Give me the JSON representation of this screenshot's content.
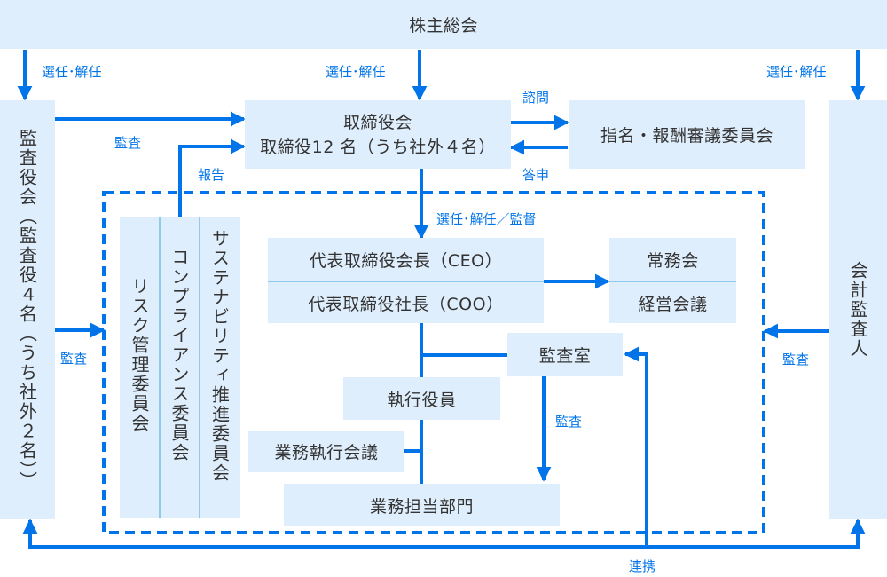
{
  "colors": {
    "box_fill": "#dfeefc",
    "line": "#0074e8",
    "divider": "#8fcaea",
    "text": "#333333",
    "label": "#0074e8"
  },
  "nodes": {
    "shareholders_meeting": "株主総会",
    "board": {
      "title": "取締役会",
      "subtitle": "取締役12 名（うち社外４名）"
    },
    "nomination_committee": "指名・報酬審議委員会",
    "audit_board": "監査役会（監査役４名（うち社外２名））",
    "accounting_auditor": "会計監査人",
    "risk_committee": "リスク管理委員会",
    "compliance_committee": "コンプライアンス委員会",
    "sustainability_committee": "サステナビリティ推進委員会",
    "ceo": "代表取締役会長（CEO）",
    "coo": "代表取締役社長（COO）",
    "executive_committee": "常務会",
    "management_meeting": "経営会議",
    "audit_office": "監査室",
    "executive_officers": "執行役員",
    "business_execution_meeting": "業務執行会議",
    "business_departments": "業務担当部門"
  },
  "labels": {
    "elect_dismiss_left": "選任･解任",
    "elect_dismiss_center": "選任･解任",
    "elect_dismiss_right": "選任･解任",
    "audit_board_to_board": "監査",
    "report": "報告",
    "consult": "諮問",
    "respond": "答申",
    "elect_dismiss_supervise": "選任･解任／監督",
    "audit_left": "監査",
    "audit_right": "監査",
    "audit_office": "監査",
    "cooperation": "連携"
  }
}
